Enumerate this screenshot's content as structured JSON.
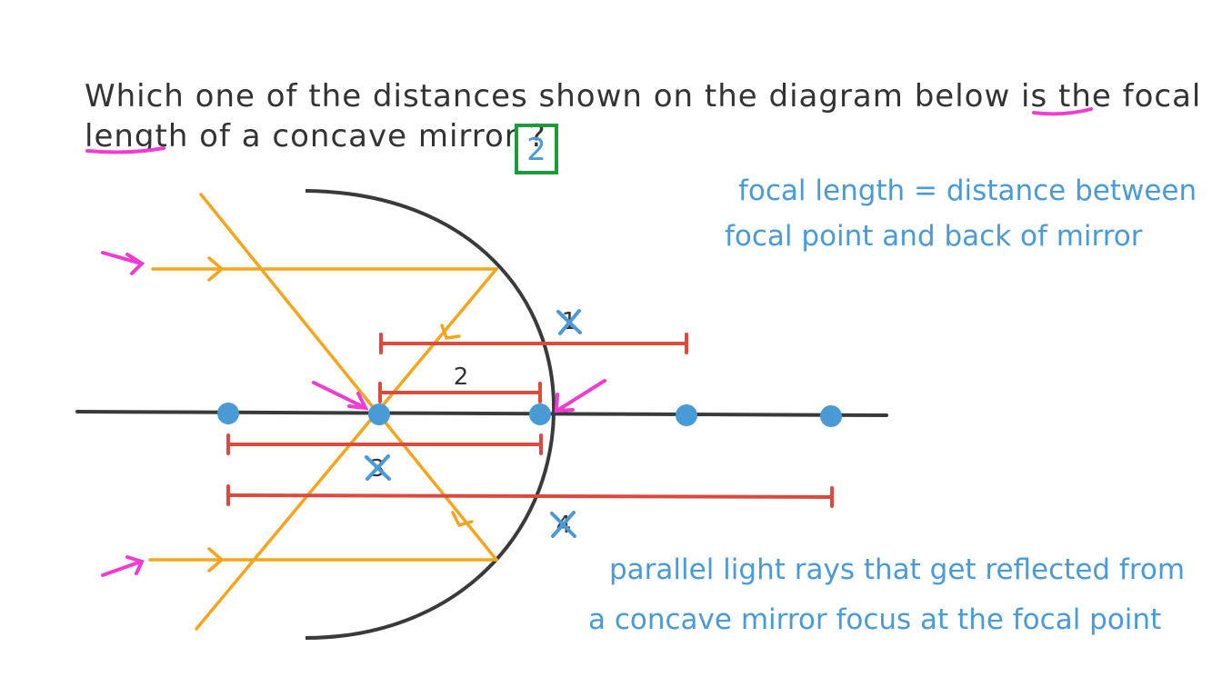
{
  "question": {
    "line1": "Which one of the distances shown on the diagram below is the focal",
    "line2": "length of a concave mirror ?",
    "answer": "2"
  },
  "notes": {
    "definition_line1": "focal length = distance between",
    "definition_line2": "focal point and back of mirror",
    "rays_line1": "parallel light rays that get reflected from",
    "rays_line2": "a concave mirror focus at the focal point"
  },
  "distances": [
    {
      "label": "1",
      "crossed": true
    },
    {
      "label": "2",
      "crossed": false
    },
    {
      "label": "3",
      "crossed": true
    },
    {
      "label": "4",
      "crossed": true
    }
  ],
  "colors": {
    "text": "#333333",
    "rays": "#f2a51d",
    "distance_lines": "#dc4a3e",
    "annotations": "#4a9ad6",
    "highlight": "#f03cd2",
    "answer_box": "#1e9a3c"
  }
}
